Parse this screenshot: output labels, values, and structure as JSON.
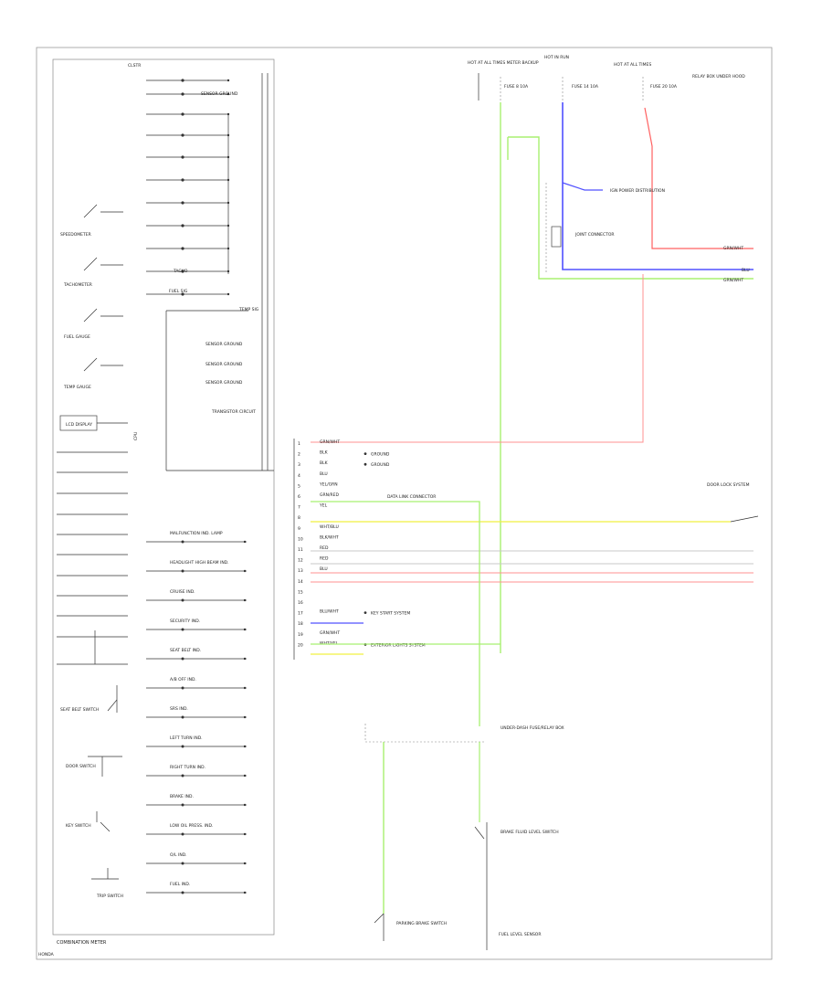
{
  "cluster": {
    "caption": "COMBINATION METER",
    "top_label": "CLSTR",
    "gauges": [
      {
        "label": "SPEEDOMETER"
      },
      {
        "label": "TACHOMETER"
      },
      {
        "label": "FUEL GAUGE"
      },
      {
        "label": "TEMP GAUGE"
      }
    ],
    "display_label": "LCD DISPLAY",
    "side_label": "CPU",
    "switches": [
      {
        "label": "SEAT BELT SWITCH"
      },
      {
        "label": "DOOR SWITCH"
      },
      {
        "label": "KEY SWITCH"
      },
      {
        "label": "TRIP SWITCH"
      }
    ],
    "wire_tags": [
      {
        "label": "SENSOR GROUND"
      },
      {
        "label": "TACHO"
      },
      {
        "label": "FUEL SIG"
      },
      {
        "label": "TEMP SIG"
      },
      {
        "label": "TRANSISTOR CIRCUIT"
      },
      {
        "label": "SENSOR GROUND"
      },
      {
        "label": "SENSOR GROUND"
      },
      {
        "label": "SENSOR GROUND"
      }
    ],
    "indicators": [
      {
        "label": "MALFUNCTION IND. LAMP"
      },
      {
        "label": "HEADLIGHT HIGH BEAM IND."
      },
      {
        "label": "CRUISE IND."
      },
      {
        "label": "SECURITY IND."
      },
      {
        "label": "SEAT BELT IND."
      },
      {
        "label": "A/B OFF IND."
      },
      {
        "label": "SRS IND."
      },
      {
        "label": "LEFT TURN IND."
      },
      {
        "label": "RIGHT TURN IND."
      },
      {
        "label": "BRAKE IND."
      },
      {
        "label": "LOW OIL PRESS. IND."
      },
      {
        "label": "O/L IND."
      },
      {
        "label": "FUEL IND."
      }
    ]
  },
  "fuses": [
    {
      "label": "HOT AT ALL TIMES METER BACKUP",
      "fuse": "FUSE 8 10A"
    },
    {
      "label": "HOT IN RUN",
      "fuse": "FUSE 14 10A"
    },
    {
      "label": "HOT AT ALL TIMES",
      "fuse": "FUSE 20 10A"
    },
    {
      "label": "RELAY BOX UNDER HOOD",
      "fuse": ""
    }
  ],
  "connectors": [
    {
      "pin": "1",
      "wire": "GRN/WHT",
      "dest": "",
      "color": "#ff4040"
    },
    {
      "pin": "2",
      "wire": "BLK",
      "dest": "GROUND",
      "color": "#333333"
    },
    {
      "pin": "3",
      "wire": "BLK",
      "dest": "GROUND",
      "color": "#333333"
    },
    {
      "pin": "4",
      "wire": "BLU",
      "dest": "",
      "color": "#333333"
    },
    {
      "pin": "5",
      "wire": "YEL/GRN",
      "dest": "",
      "color": "#a0e060"
    },
    {
      "pin": "6",
      "wire": "GRN/RED",
      "dest": "",
      "color": "#a0e060"
    },
    {
      "pin": "7",
      "wire": "YEL",
      "dest": "",
      "color": "#f0f040"
    },
    {
      "pin": "8",
      "wire": "",
      "dest": "",
      "color": ""
    },
    {
      "pin": "9",
      "wire": "WHT/BLU",
      "dest": "",
      "color": "#c0c0c0"
    },
    {
      "pin": "10",
      "wire": "BLK/WHT",
      "dest": "",
      "color": "#c0c0c0"
    },
    {
      "pin": "11",
      "wire": "RED",
      "dest": "",
      "color": "#ff8080"
    },
    {
      "pin": "12",
      "wire": "RED",
      "dest": "",
      "color": "#ff8080"
    },
    {
      "pin": "13",
      "wire": "BLU",
      "dest": "",
      "color": "#333333"
    },
    {
      "pin": "14",
      "wire": "",
      "dest": "",
      "color": ""
    },
    {
      "pin": "15",
      "wire": "",
      "dest": "",
      "color": ""
    },
    {
      "pin": "16",
      "wire": "",
      "dest": "",
      "color": ""
    },
    {
      "pin": "17",
      "wire": "BLU/WHT",
      "dest": "KEY START SYSTEM",
      "color": "#4040ff"
    },
    {
      "pin": "18",
      "wire": "",
      "dest": "",
      "color": ""
    },
    {
      "pin": "19",
      "wire": "GRN/WHT",
      "dest": "",
      "color": "#a0e060"
    },
    {
      "pin": "20",
      "wire": "WHT/YEL",
      "dest": "EXTERIOR LIGHTS SYSTEM",
      "color": "#f0f040"
    }
  ],
  "right_labels": [
    {
      "label": "GRN/WHT"
    },
    {
      "label": "BLU"
    },
    {
      "label": "GRN/WHT"
    }
  ],
  "components": [
    {
      "label": "DATA LINK CONNECTOR"
    },
    {
      "label": "UNDER-DASH FUSE/RELAY BOX"
    },
    {
      "label": "DOOR LOCK SYSTEM"
    },
    {
      "label": "FUEL LEVEL SENSOR"
    },
    {
      "label": "BRAKE FLUID LEVEL SWITCH"
    },
    {
      "label": "PARKING BRAKE SWITCH"
    },
    {
      "label": "IGN POWER DISTRIBUTION"
    },
    {
      "label": "JOINT CONNECTOR"
    }
  ],
  "bottom_left": "HONDA"
}
